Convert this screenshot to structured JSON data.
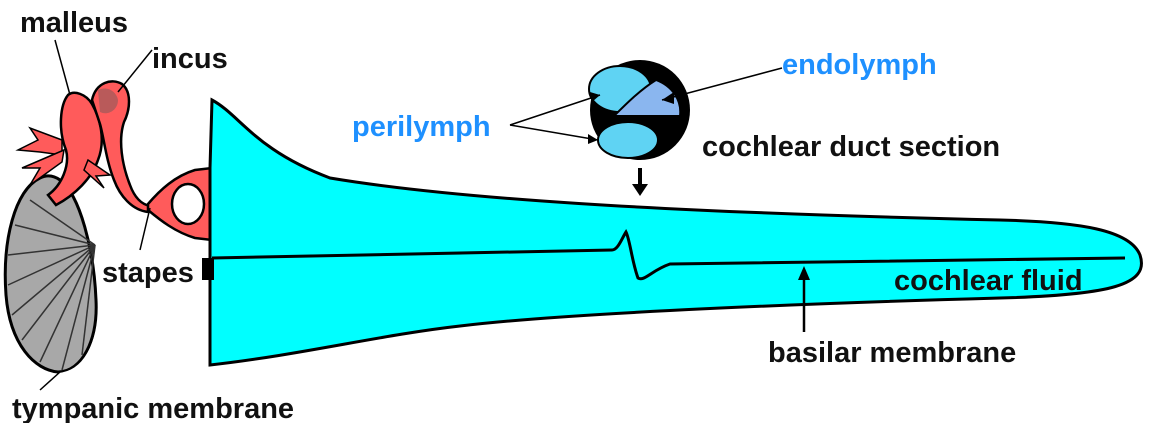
{
  "labels": {
    "malleus": "malleus",
    "incus": "incus",
    "stapes": "stapes",
    "tympanic_membrane": "tympanic membrane",
    "perilymph": "perilymph",
    "endolymph": "endolymph",
    "cochlear_duct_section": "cochlear duct section",
    "cochlear_fluid": "cochlear fluid",
    "basilar_membrane": "basilar membrane"
  },
  "colors": {
    "fluid": "#00ffff",
    "ossicles": "#ff5b5b",
    "tympanic": "#a8a8a8",
    "duct_fill": "#5fd3f3",
    "endolymph_fill": "#8ab6ef",
    "label_blue": "#1e90ff",
    "label_black": "#111111"
  }
}
